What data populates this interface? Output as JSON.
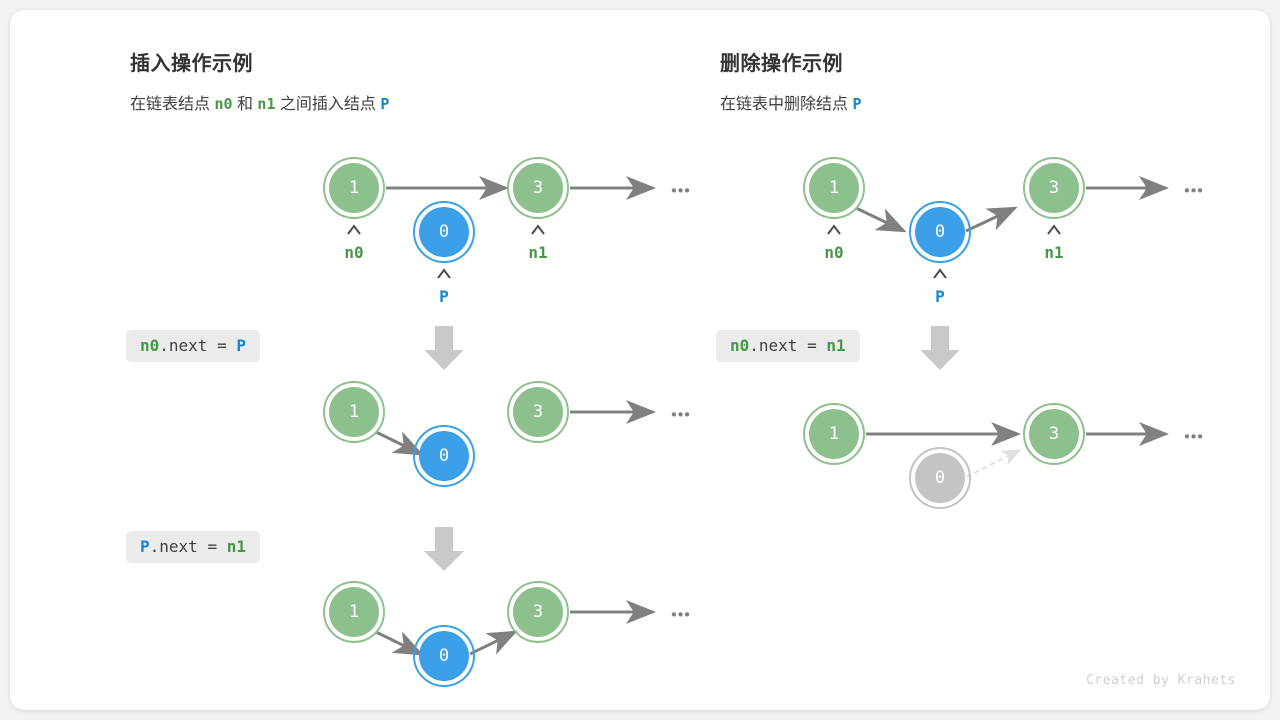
{
  "figure": {
    "background": "#f2f2f2",
    "card_background": "#ffffff",
    "colors": {
      "node_green_fill": "#8cc08c",
      "node_green_ring": "#8cc08c",
      "node_blue_fill": "#3ba0e8",
      "node_blue_ring": "#3ba0e8",
      "node_gray_fill": "#c4c4c4",
      "node_gray_ring": "#c4c4c4",
      "arrow_gray": "#808080",
      "label_green": "#489648",
      "label_blue": "#1486d4",
      "chip_background": "#ebebeb",
      "block_arrow": "#c9c9c9"
    },
    "footer": "Created by Krahets"
  },
  "panels": [
    {
      "id": "insert",
      "title": "插入操作示例",
      "subtitle_parts": [
        {
          "text": "在链表结点 ",
          "style": "plain"
        },
        {
          "text": "n0",
          "style": "green"
        },
        {
          "text": " 和 ",
          "style": "plain"
        },
        {
          "text": "n1",
          "style": "green"
        },
        {
          "text": " 之间插入结点 ",
          "style": "plain"
        },
        {
          "text": "P",
          "style": "blue"
        }
      ],
      "steps": [
        {
          "code_parts": [
            {
              "text": "n0",
              "style": "green"
            },
            {
              "text": ".next = ",
              "style": "plain"
            },
            {
              "text": "P",
              "style": "blue"
            }
          ]
        },
        {
          "code_parts": [
            {
              "text": "P",
              "style": "blue"
            },
            {
              "text": ".next = ",
              "style": "plain"
            },
            {
              "text": "n1",
              "style": "green"
            }
          ]
        }
      ],
      "rows": [
        {
          "nodes": [
            {
              "value": "1",
              "color": "green",
              "pointer": "n0",
              "pointer_color": "green"
            },
            {
              "value": "0",
              "color": "blue",
              "pointer": "P",
              "pointer_color": "blue"
            },
            {
              "value": "3",
              "color": "green",
              "pointer": "n1",
              "pointer_color": "green"
            }
          ],
          "ellipsis": "•••"
        },
        {
          "nodes": [
            {
              "value": "1",
              "color": "green"
            },
            {
              "value": "0",
              "color": "blue"
            },
            {
              "value": "3",
              "color": "green"
            }
          ],
          "ellipsis": "•••"
        },
        {
          "nodes": [
            {
              "value": "1",
              "color": "green"
            },
            {
              "value": "0",
              "color": "blue"
            },
            {
              "value": "3",
              "color": "green"
            }
          ],
          "ellipsis": "•••"
        }
      ]
    },
    {
      "id": "delete",
      "title": "删除操作示例",
      "subtitle_parts": [
        {
          "text": "在链表中删除结点 ",
          "style": "plain"
        },
        {
          "text": "P",
          "style": "blue"
        }
      ],
      "steps": [
        {
          "code_parts": [
            {
              "text": "n0",
              "style": "green"
            },
            {
              "text": ".next = ",
              "style": "plain"
            },
            {
              "text": "n1",
              "style": "green"
            }
          ]
        }
      ],
      "rows": [
        {
          "nodes": [
            {
              "value": "1",
              "color": "green",
              "pointer": "n0",
              "pointer_color": "green"
            },
            {
              "value": "0",
              "color": "blue",
              "pointer": "P",
              "pointer_color": "blue"
            },
            {
              "value": "3",
              "color": "green",
              "pointer": "n1",
              "pointer_color": "green"
            }
          ],
          "ellipsis": "•••"
        },
        {
          "nodes": [
            {
              "value": "1",
              "color": "green"
            },
            {
              "value": "0",
              "color": "gray"
            },
            {
              "value": "3",
              "color": "green"
            }
          ],
          "ellipsis": "•••"
        }
      ]
    }
  ]
}
